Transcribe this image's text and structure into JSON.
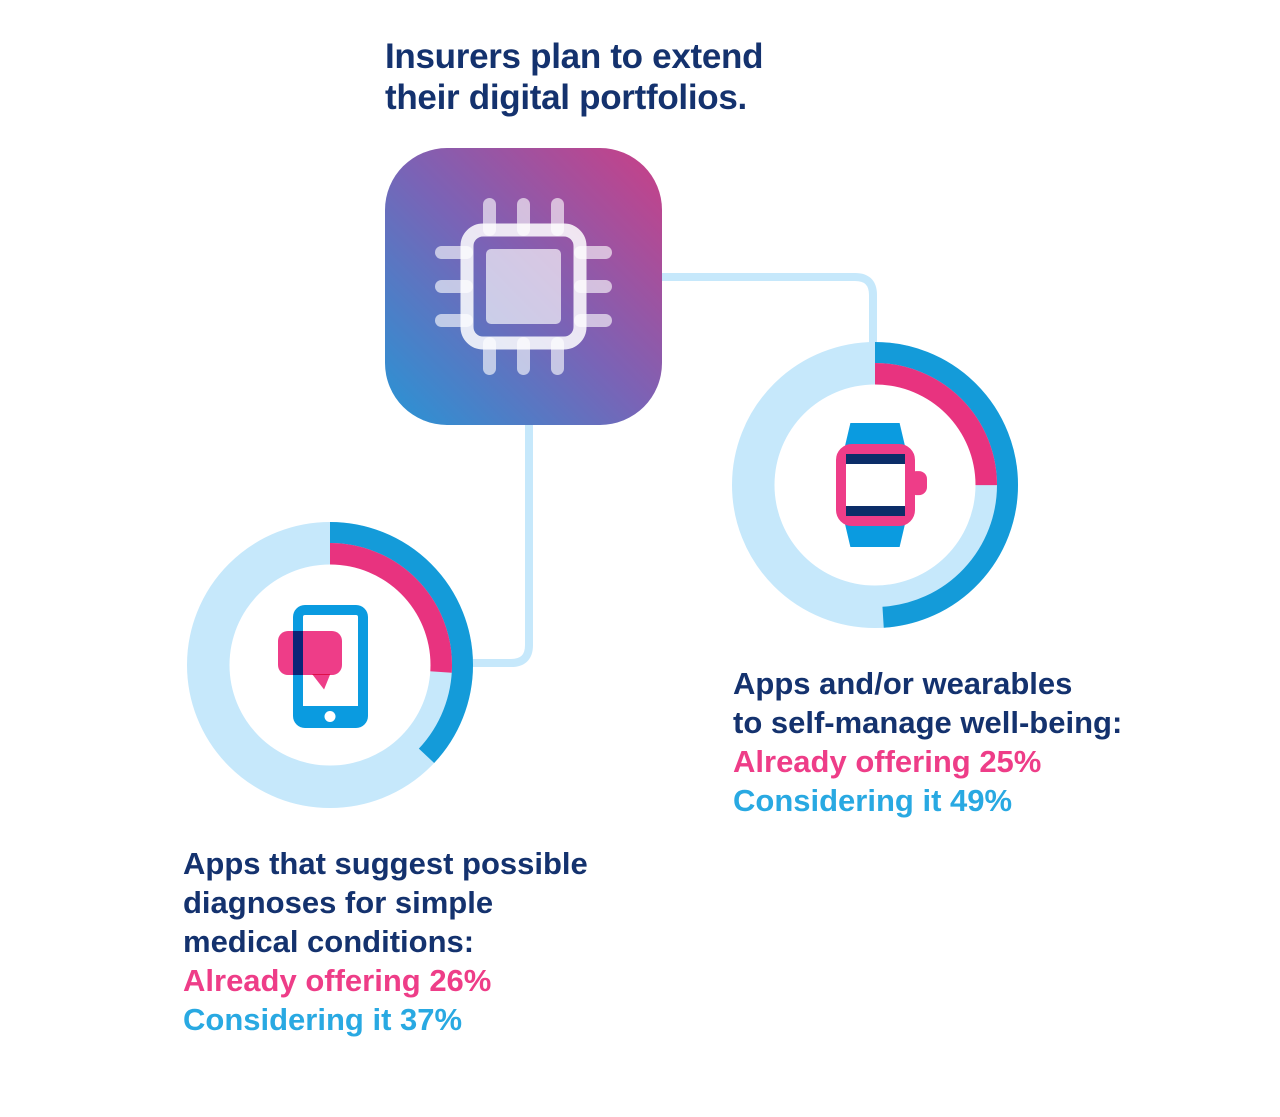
{
  "title": {
    "line1": "Insurers plan to extend",
    "line2": "their digital portfolios."
  },
  "colors": {
    "navy": "#14326e",
    "pink": "#ee3d88",
    "blue": "#29a9e2",
    "arc_pink": "#e8337f",
    "arc_blue": "#149bd9",
    "ring": "#c6e8fb",
    "icon_blue": "#0a9be0",
    "band_navy": "#0b2d68",
    "grad_blue": "#2795d5",
    "grad_purple": "#7a63b6",
    "grad_pink": "#ca3f86"
  },
  "icons": {
    "hub": "processor-chip-icon",
    "right": "smartwatch-icon",
    "left": "smartphone-chat-bubble-icon"
  },
  "chart_data": [
    {
      "type": "donut",
      "id": "wearables",
      "icon": "smartwatch-icon",
      "units": "%",
      "start_angle_deg": 0,
      "direction": "clockwise",
      "ring_color": "#c6e8fb",
      "caption_lines": [
        "Apps and/or wearables",
        "to self-manage well-being:"
      ],
      "series": [
        {
          "name": "Already offering",
          "value": 25,
          "display": "Already offering 25%",
          "color": "#e8337f"
        },
        {
          "name": "Considering it",
          "value": 49,
          "display": "Considering it 49%",
          "color": "#149bd9"
        }
      ]
    },
    {
      "type": "donut",
      "id": "diagnosis-apps",
      "icon": "smartphone-chat-bubble-icon",
      "units": "%",
      "start_angle_deg": 0,
      "direction": "clockwise",
      "ring_color": "#c6e8fb",
      "caption_lines": [
        "Apps that suggest possible",
        "diagnoses for simple",
        "medical conditions:"
      ],
      "series": [
        {
          "name": "Already offering",
          "value": 26,
          "display": "Already offering 26%",
          "color": "#e8337f"
        },
        {
          "name": "Considering it",
          "value": 37,
          "display": "Considering it 37%",
          "color": "#149bd9"
        }
      ]
    }
  ]
}
